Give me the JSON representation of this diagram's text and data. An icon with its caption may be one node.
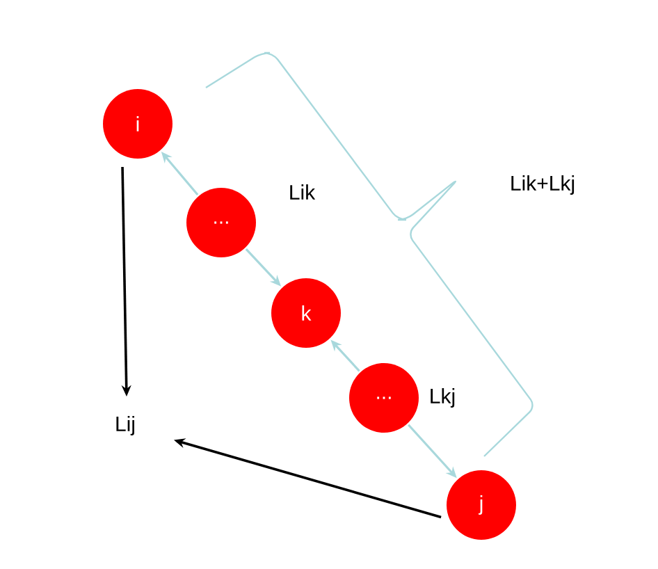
{
  "diagram": {
    "nodes": [
      {
        "text": [
          "i"
        ]
      },
      {
        "text": [
          "..."
        ]
      },
      {
        "text": [
          "k"
        ]
      },
      {
        "text": [
          "..."
        ]
      },
      {
        "text": [
          "j"
        ]
      },
      {
        "text": [
          "Lij"
        ]
      }
    ],
    "edges": [
      {
        "from": 1,
        "to": 0,
        "arrow": "to"
      },
      {
        "from": 1,
        "to": 2,
        "arrow": "to"
      },
      {
        "from": 3,
        "to": 2,
        "arrow": "to"
      },
      {
        "from": 3,
        "to": 4,
        "arrow": "to"
      },
      {
        "from": 0,
        "to": 5,
        "arrow": "to",
        "color": "#000000"
      },
      {
        "from": 4,
        "to": 5,
        "arrow": "to",
        "color": "#000000"
      }
    ],
    "labels": [
      "Lik",
      "Lik+Lkj",
      "Lkj"
    ]
  }
}
